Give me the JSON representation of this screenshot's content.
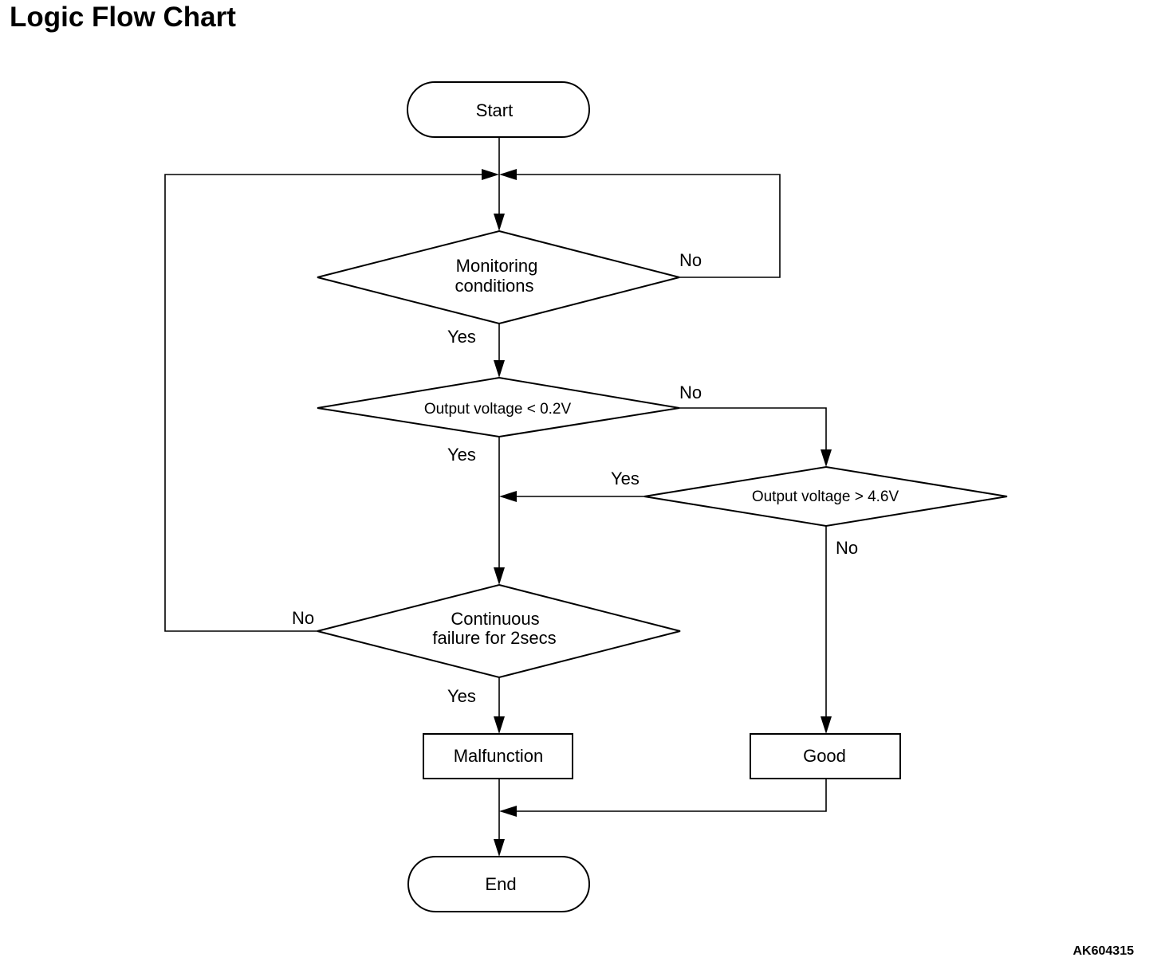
{
  "title": "Logic Flow Chart",
  "figure_id": "AK604315",
  "nodes": {
    "start": "Start",
    "monitoring_l1": "Monitoring",
    "monitoring_l2": "conditions",
    "low_voltage": "Output voltage < 0.2V",
    "high_voltage": "Output voltage > 4.6V",
    "continuous_l1": "Continuous",
    "continuous_l2": "failure for 2secs",
    "malfunction": "Malfunction",
    "good": "Good",
    "end": "End"
  },
  "edge_labels": {
    "monitoring_no": "No",
    "monitoring_yes": "Yes",
    "low_no": "No",
    "low_yes": "Yes",
    "high_yes": "Yes",
    "high_no": "No",
    "continuous_no": "No",
    "continuous_yes": "Yes"
  }
}
